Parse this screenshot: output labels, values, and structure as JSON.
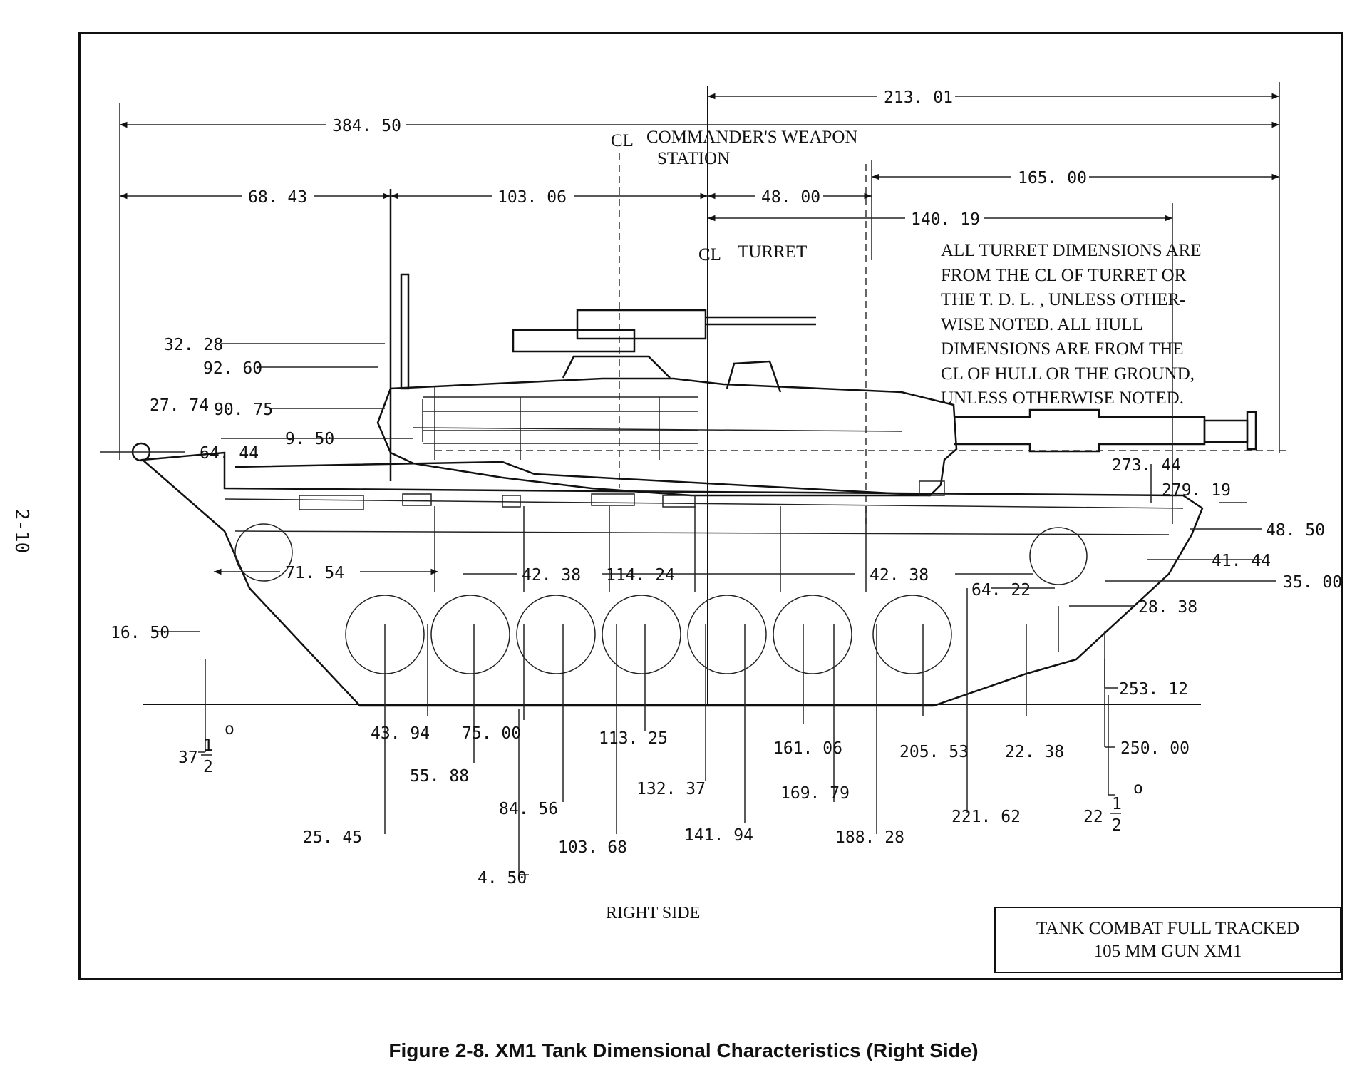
{
  "page_number": "2-10",
  "figure_caption": "Figure 2-8.  XM1 Tank Dimensional Characteristics (Right Side)",
  "view_label": "RIGHT SIDE",
  "title_box": {
    "line1": "TANK COMBAT FULL TRACKED",
    "line2": "105 MM GUN XM1"
  },
  "centerline_labels": {
    "symbol": "CL",
    "commander_line1": "COMMANDER'S  WEAPON",
    "commander_line2": "STATION",
    "turret": "TURRET"
  },
  "note": {
    "lines": [
      "ALL TURRET DIMENSIONS ARE",
      "FROM THE CL OF TURRET OR",
      "THE T. D. L. ,  UNLESS OTHER-",
      "WISE NOTED.   ALL HULL",
      "DIMENSIONS ARE FROM THE",
      "CL OF HULL OR THE GROUND,",
      "UNLESS OTHERWISE NOTED."
    ]
  },
  "dimensions": {
    "d213_01": "213. 01",
    "d384_50": "384. 50",
    "d165_00": "165. 00",
    "d68_43": "68. 43",
    "d103_06": "103. 06",
    "d48_00": "48. 00",
    "d140_19": "140. 19",
    "d32_28": "32. 28",
    "d92_60": "92. 60",
    "d90_75": "90. 75",
    "d27_74": "27. 74",
    "d9_50": "9. 50",
    "d64_44": "64. 44",
    "d273_44": "273. 44",
    "d279_19": "279. 19",
    "d48_50": "48. 50",
    "d41_44": "41. 44",
    "d35_00": "35. 00",
    "d71_54": "71. 54",
    "d42_38_left": "42. 38",
    "d114_24": "114. 24",
    "d42_38_right": "42. 38",
    "d64_22": "64. 22",
    "d28_38": "28. 38",
    "d16_50": "16. 50",
    "d253_12": "253. 12",
    "d250_00": "250. 00",
    "d43_94": "43. 94",
    "d75_00": "75. 00",
    "d113_25": "113. 25",
    "d161_06": "161. 06",
    "d205_53": "205. 53",
    "d22_38": "22. 38",
    "d55_88": "55. 88",
    "d132_37": "132. 37",
    "d169_79": "169. 79",
    "d84_56": "84. 56",
    "d221_62": "221. 62",
    "d25_45": "25. 45",
    "d103_68": "103. 68",
    "d141_94": "141. 94",
    "d188_28": "188. 28",
    "d4_50": "4. 50"
  },
  "angles": {
    "front_whole": "37",
    "rear_whole": "22",
    "fraction_num": "1",
    "fraction_den": "2",
    "degree": "o"
  }
}
